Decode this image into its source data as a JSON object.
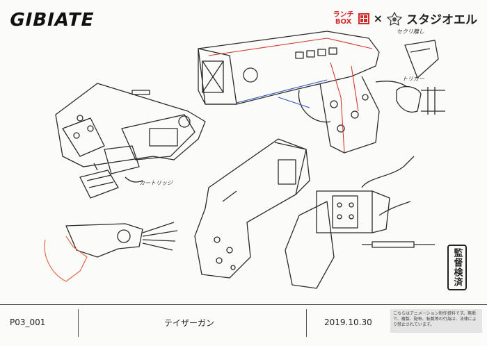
{
  "header": {
    "logo_text": "GIBIATE",
    "lunchbox_line1": "ランチ",
    "lunchbox_line2": "BOX",
    "times_sign": "×",
    "studio_name": "スタジオエル"
  },
  "annotations": {
    "cut_off": "セクリ離し",
    "trigger": "トリガー",
    "cartridge": "カートリッジ"
  },
  "stamp": {
    "text": "監督検済"
  },
  "footer": {
    "sheet_id": "P03_001",
    "item_name": "テイザーガン",
    "date": "2019.10.30",
    "notice": "こちらはアニメーション制作資料です。無断で、複製、配布、転載等の行為は、法律により禁止されています。"
  },
  "colors": {
    "line_art": "#2a2a2a",
    "red_guide": "#d33a2c",
    "blue_guide": "#2f55b8",
    "skin_guide": "#e06b4a"
  }
}
